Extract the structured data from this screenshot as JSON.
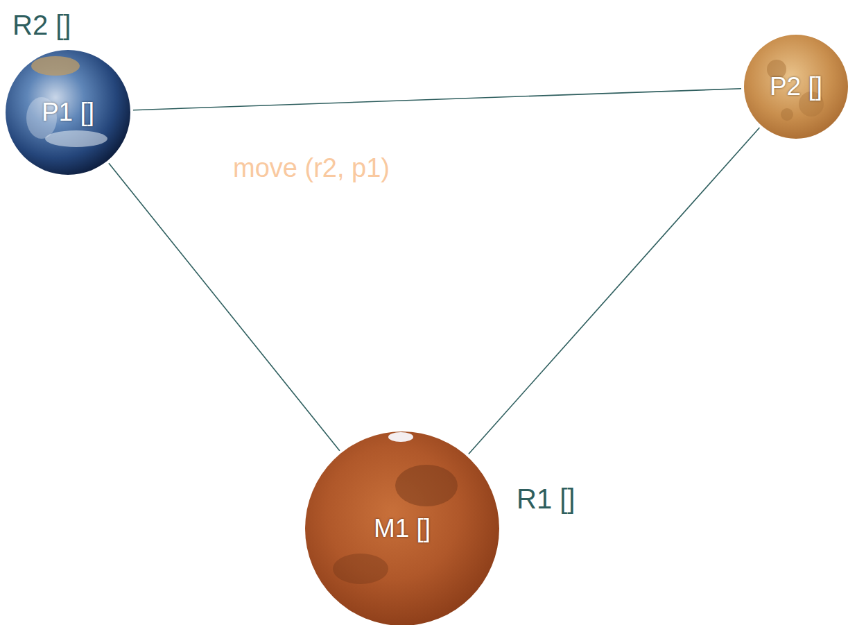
{
  "diagram": {
    "nodes": [
      {
        "text": [
          "P1 []"
        ]
      },
      {
        "text": [
          "P2 []"
        ]
      },
      {
        "text": [
          "M1 []"
        ]
      }
    ],
    "edges": [
      {
        "from": 0,
        "to": 1,
        "arrow": "none"
      },
      {
        "from": 0,
        "to": 2,
        "arrow": "none"
      },
      {
        "from": 1,
        "to": 2,
        "arrow": "none"
      }
    ],
    "labels": [
      "R2 []",
      "move (r2, p1)",
      "R1 []"
    ]
  }
}
